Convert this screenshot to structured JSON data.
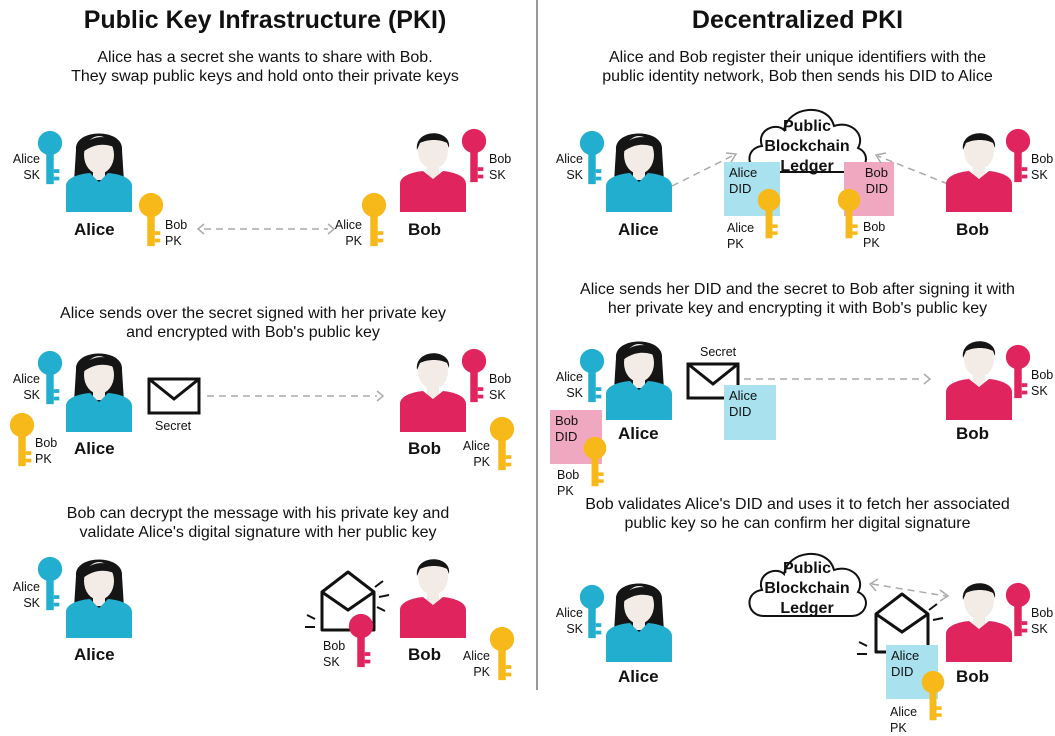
{
  "left": {
    "title": "Public Key Infrastructure (PKI)",
    "panel1": {
      "description": [
        "Alice has a secret she wants to share with Bob.",
        "They swap public keys and hold onto their private keys"
      ],
      "alice_name": "Alice",
      "bob_name": "Bob",
      "alice_sk": [
        "Alice",
        "SK"
      ],
      "bob_sk": [
        "Bob",
        "SK"
      ],
      "bob_pk": [
        "Bob",
        "PK"
      ],
      "alice_pk": [
        "Alice",
        "PK"
      ]
    },
    "panel2": {
      "description": [
        "Alice sends over the secret signed with her private key",
        "and encrypted with Bob's public key"
      ],
      "alice_name": "Alice",
      "bob_name": "Bob",
      "alice_sk": [
        "Alice",
        "SK"
      ],
      "bob_pk": [
        "Bob",
        "PK"
      ],
      "bob_sk": [
        "Bob",
        "SK"
      ],
      "alice_pk": [
        "Alice",
        "PK"
      ],
      "secret_label": "Secret"
    },
    "panel3": {
      "description": [
        "Bob can decrypt the message with his private key and",
        "validate Alice's digital signature with her public key"
      ],
      "alice_name": "Alice",
      "bob_name": "Bob",
      "alice_sk": [
        "Alice",
        "SK"
      ],
      "bob_sk": [
        "Bob",
        "SK"
      ],
      "alice_pk": [
        "Alice",
        "PK"
      ]
    }
  },
  "right": {
    "title": "Decentralized PKI",
    "panel1": {
      "description": [
        "Alice and Bob register their unique identifiers with the",
        "public identity network, Bob then sends his DID to Alice"
      ],
      "ledger": [
        "Public",
        "Blockchain",
        "Ledger"
      ],
      "alice_name": "Alice",
      "bob_name": "Bob",
      "alice_sk": [
        "Alice",
        "SK"
      ],
      "bob_sk": [
        "Bob",
        "SK"
      ],
      "alice_did": [
        "Alice",
        "DID"
      ],
      "bob_did": [
        "Bob",
        "DID"
      ],
      "alice_pk": [
        "Alice",
        "PK"
      ],
      "bob_pk": [
        "Bob",
        "PK"
      ]
    },
    "panel2": {
      "description": [
        "Alice sends her DID and the secret to Bob after signing it with",
        "her private key and encrypting it with Bob's public key"
      ],
      "alice_name": "Alice",
      "bob_name": "Bob",
      "alice_sk": [
        "Alice",
        "SK"
      ],
      "bob_sk": [
        "Bob",
        "SK"
      ],
      "secret_label": "Secret",
      "alice_did": [
        "Alice",
        "DID"
      ],
      "bob_did": [
        "Bob",
        "DID"
      ],
      "bob_pk": [
        "Bob",
        "PK"
      ]
    },
    "panel3": {
      "description": [
        "Bob validates Alice's DID and uses it to fetch her associated",
        "public key so he can confirm her digital signature"
      ],
      "ledger": [
        "Public",
        "Blockchain",
        "Ledger"
      ],
      "alice_name": "Alice",
      "bob_name": "Bob",
      "alice_sk": [
        "Alice",
        "SK"
      ],
      "bob_sk": [
        "Bob",
        "SK"
      ],
      "alice_did": [
        "Alice",
        "DID"
      ],
      "alice_pk": [
        "Alice",
        "PK"
      ]
    }
  },
  "colors": {
    "alice_blue": "#22AECF",
    "bob_pink": "#E0245E",
    "key_yellow": "#F7B91A",
    "did_blue_box": "#A9E1EF",
    "did_pink_box": "#F0A8C0",
    "skin": "#F3EBE6",
    "hair": "#151515",
    "arrow_gray": "#AAAAAA"
  }
}
